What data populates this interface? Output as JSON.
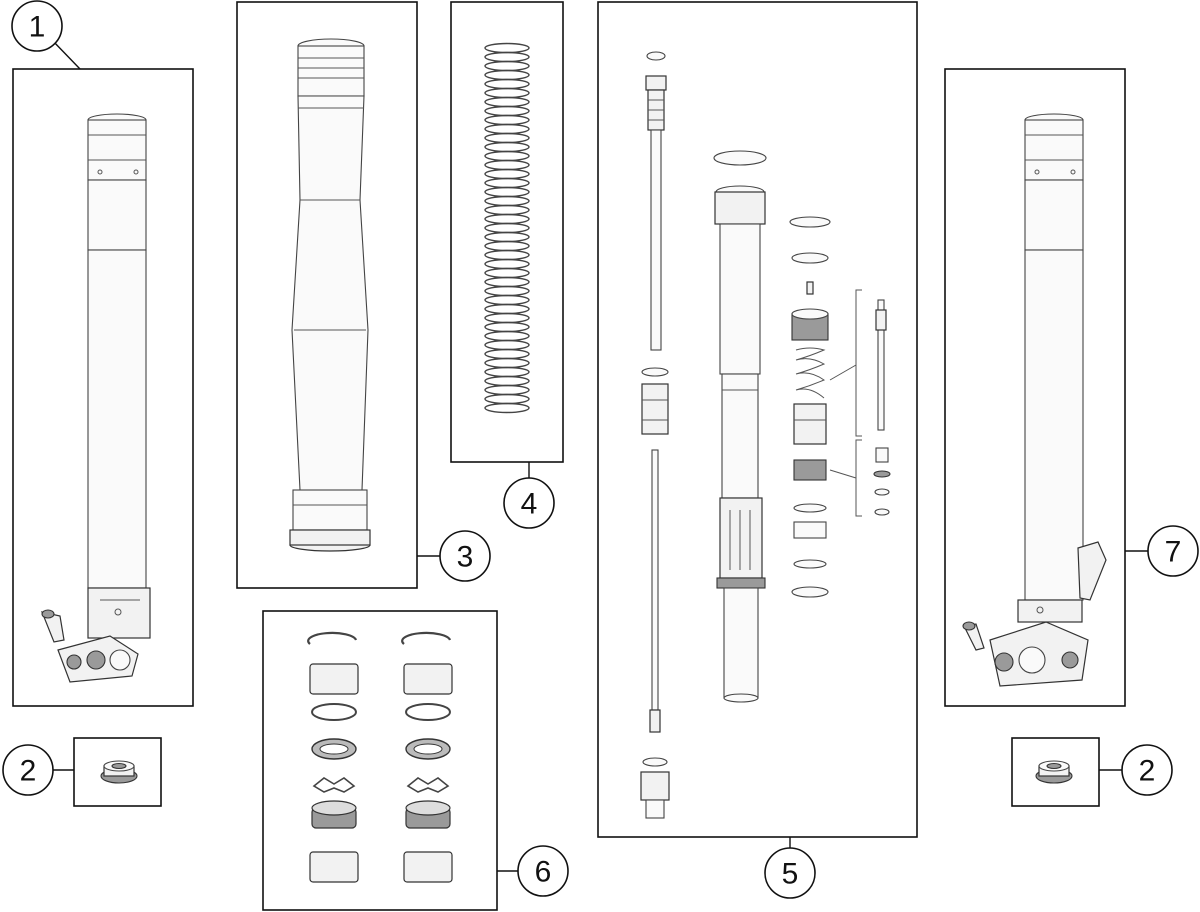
{
  "callouts": {
    "fork_leg_left": "1",
    "cap_left": "2",
    "outer_tube": "3",
    "spring": "4",
    "cartridge": "5",
    "bushings_seals": "6",
    "fork_leg_right": "7",
    "cap_right": "2"
  },
  "colors": {
    "line": "#111111",
    "part_fill": "#f2f2f2",
    "part_shadow": "#9a9a9a"
  }
}
